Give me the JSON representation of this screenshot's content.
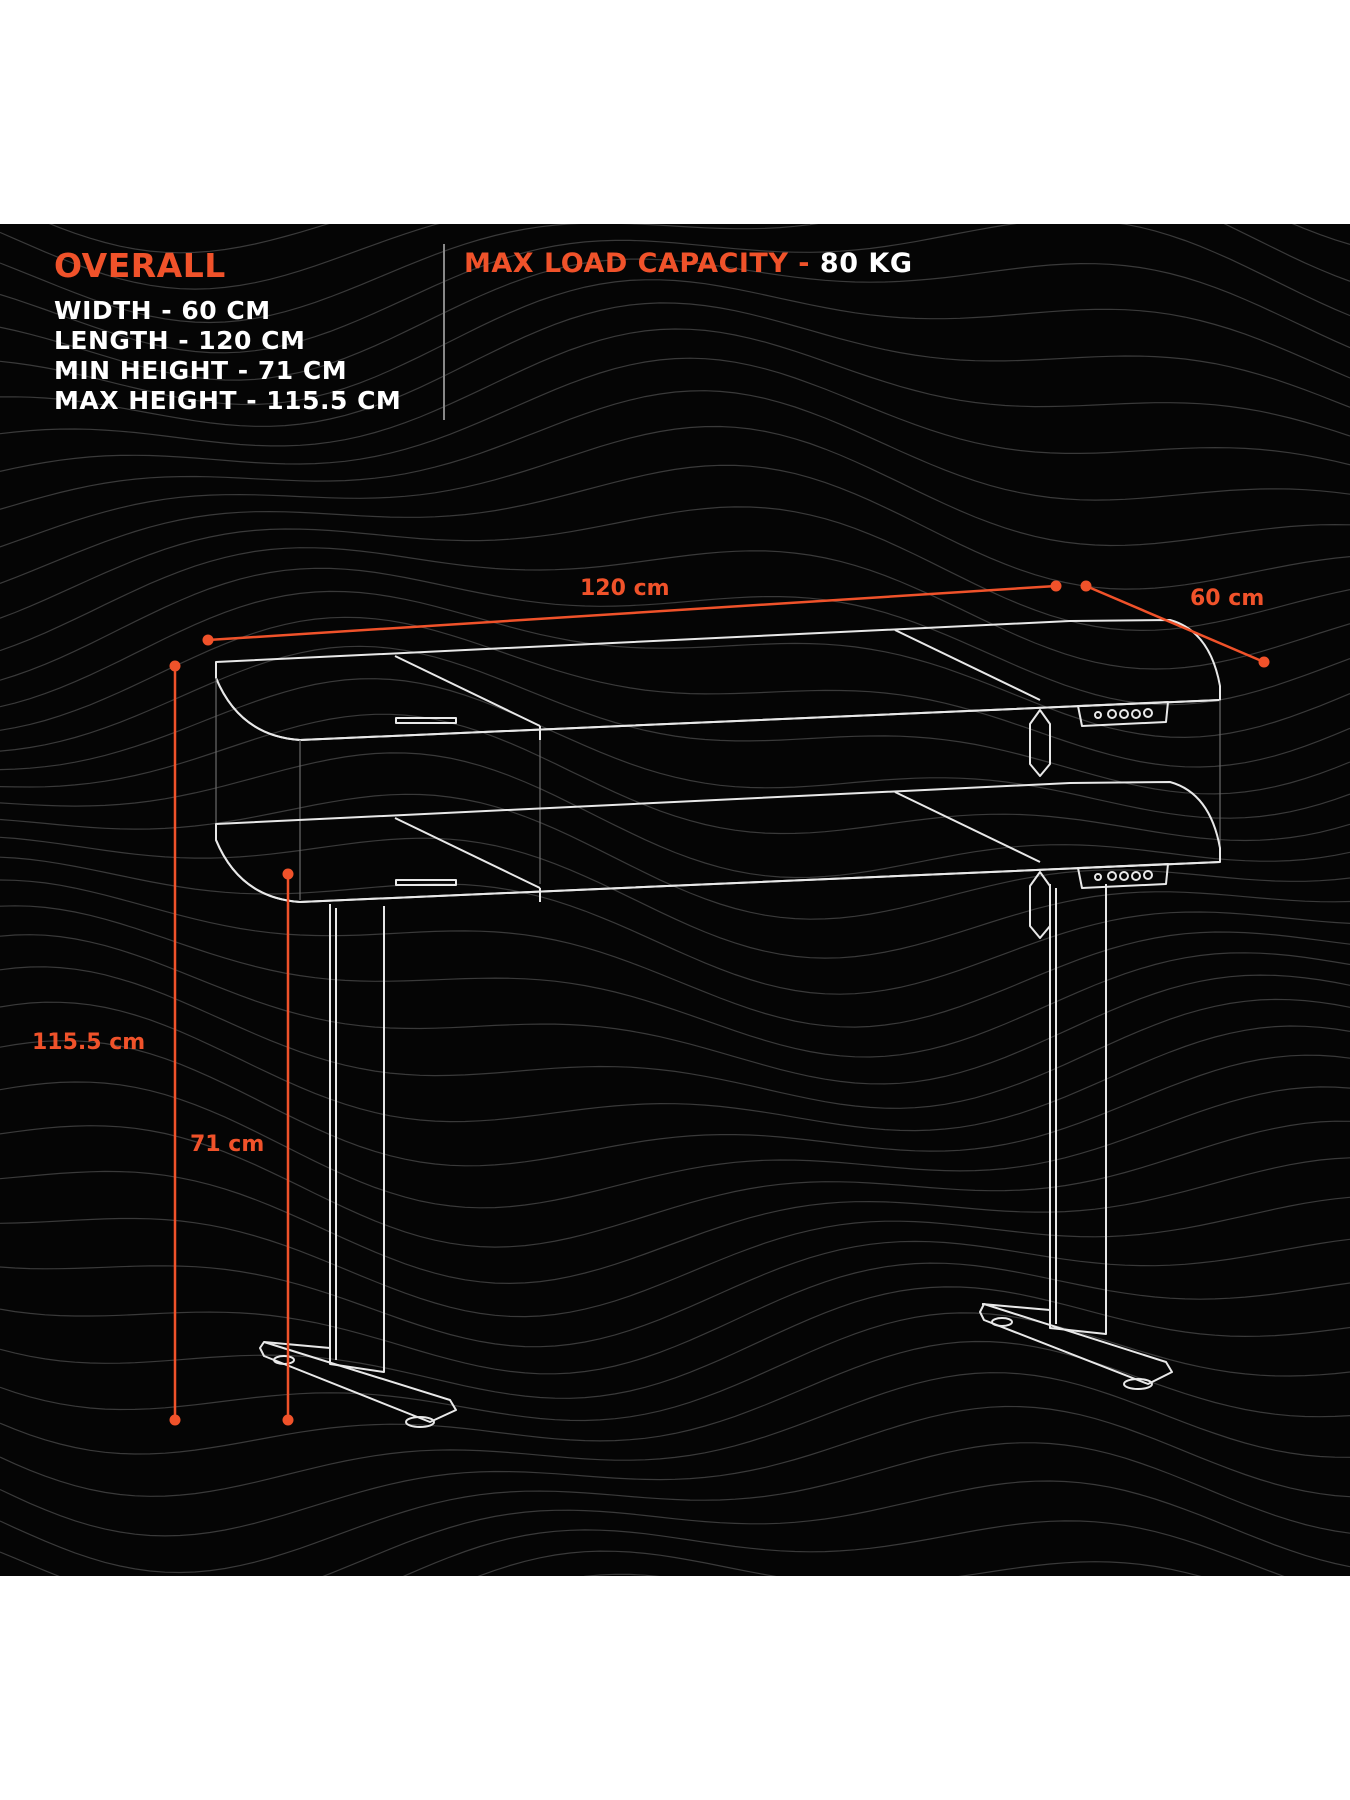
{
  "overall": {
    "title": "OVERALL",
    "specs": [
      "WIDTH - 60 CM",
      "LENGTH - 120 CM",
      "MIN HEIGHT - 71 CM",
      "MAX HEIGHT - 115.5 CM"
    ]
  },
  "load_capacity": {
    "label": "MAX LOAD CAPACITY -",
    "value": "80 KG"
  },
  "dimensions": {
    "length": "120 cm",
    "width": "60 cm",
    "max_height": "115.5 cm",
    "min_height": "71 cm"
  },
  "colors": {
    "accent": "#f0522a",
    "background": "#050505",
    "line": "#ffffff"
  }
}
